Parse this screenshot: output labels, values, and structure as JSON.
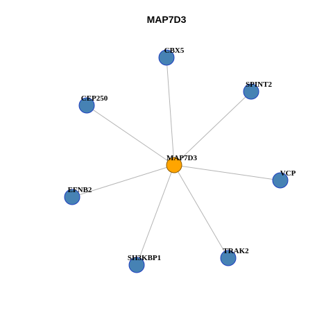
{
  "title": "MAP7D3",
  "colors": {
    "hub_fill": "#ffa500",
    "hub_stroke": "#8b5a00",
    "leaf_fill": "#4682b4",
    "leaf_stroke": "#1f3fbf",
    "edge": "#b4b4b4"
  },
  "network": {
    "hub": {
      "id": "hub",
      "label": "MAP7D3"
    },
    "nodes": [
      {
        "id": "cbx5",
        "label": "CBX5"
      },
      {
        "id": "spint2",
        "label": "SPINT2"
      },
      {
        "id": "cep250",
        "label": "CEP250"
      },
      {
        "id": "vcp",
        "label": "VCP"
      },
      {
        "id": "efnb2",
        "label": "EFNB2"
      },
      {
        "id": "trak2",
        "label": "TRAK2"
      },
      {
        "id": "sh3kbp1",
        "label": "SH3KBP1"
      }
    ],
    "edges": [
      {
        "from": "hub",
        "to": "cbx5"
      },
      {
        "from": "hub",
        "to": "spint2"
      },
      {
        "from": "hub",
        "to": "cep250"
      },
      {
        "from": "hub",
        "to": "vcp"
      },
      {
        "from": "hub",
        "to": "efnb2"
      },
      {
        "from": "hub",
        "to": "trak2"
      },
      {
        "from": "hub",
        "to": "sh3kbp1"
      }
    ]
  }
}
